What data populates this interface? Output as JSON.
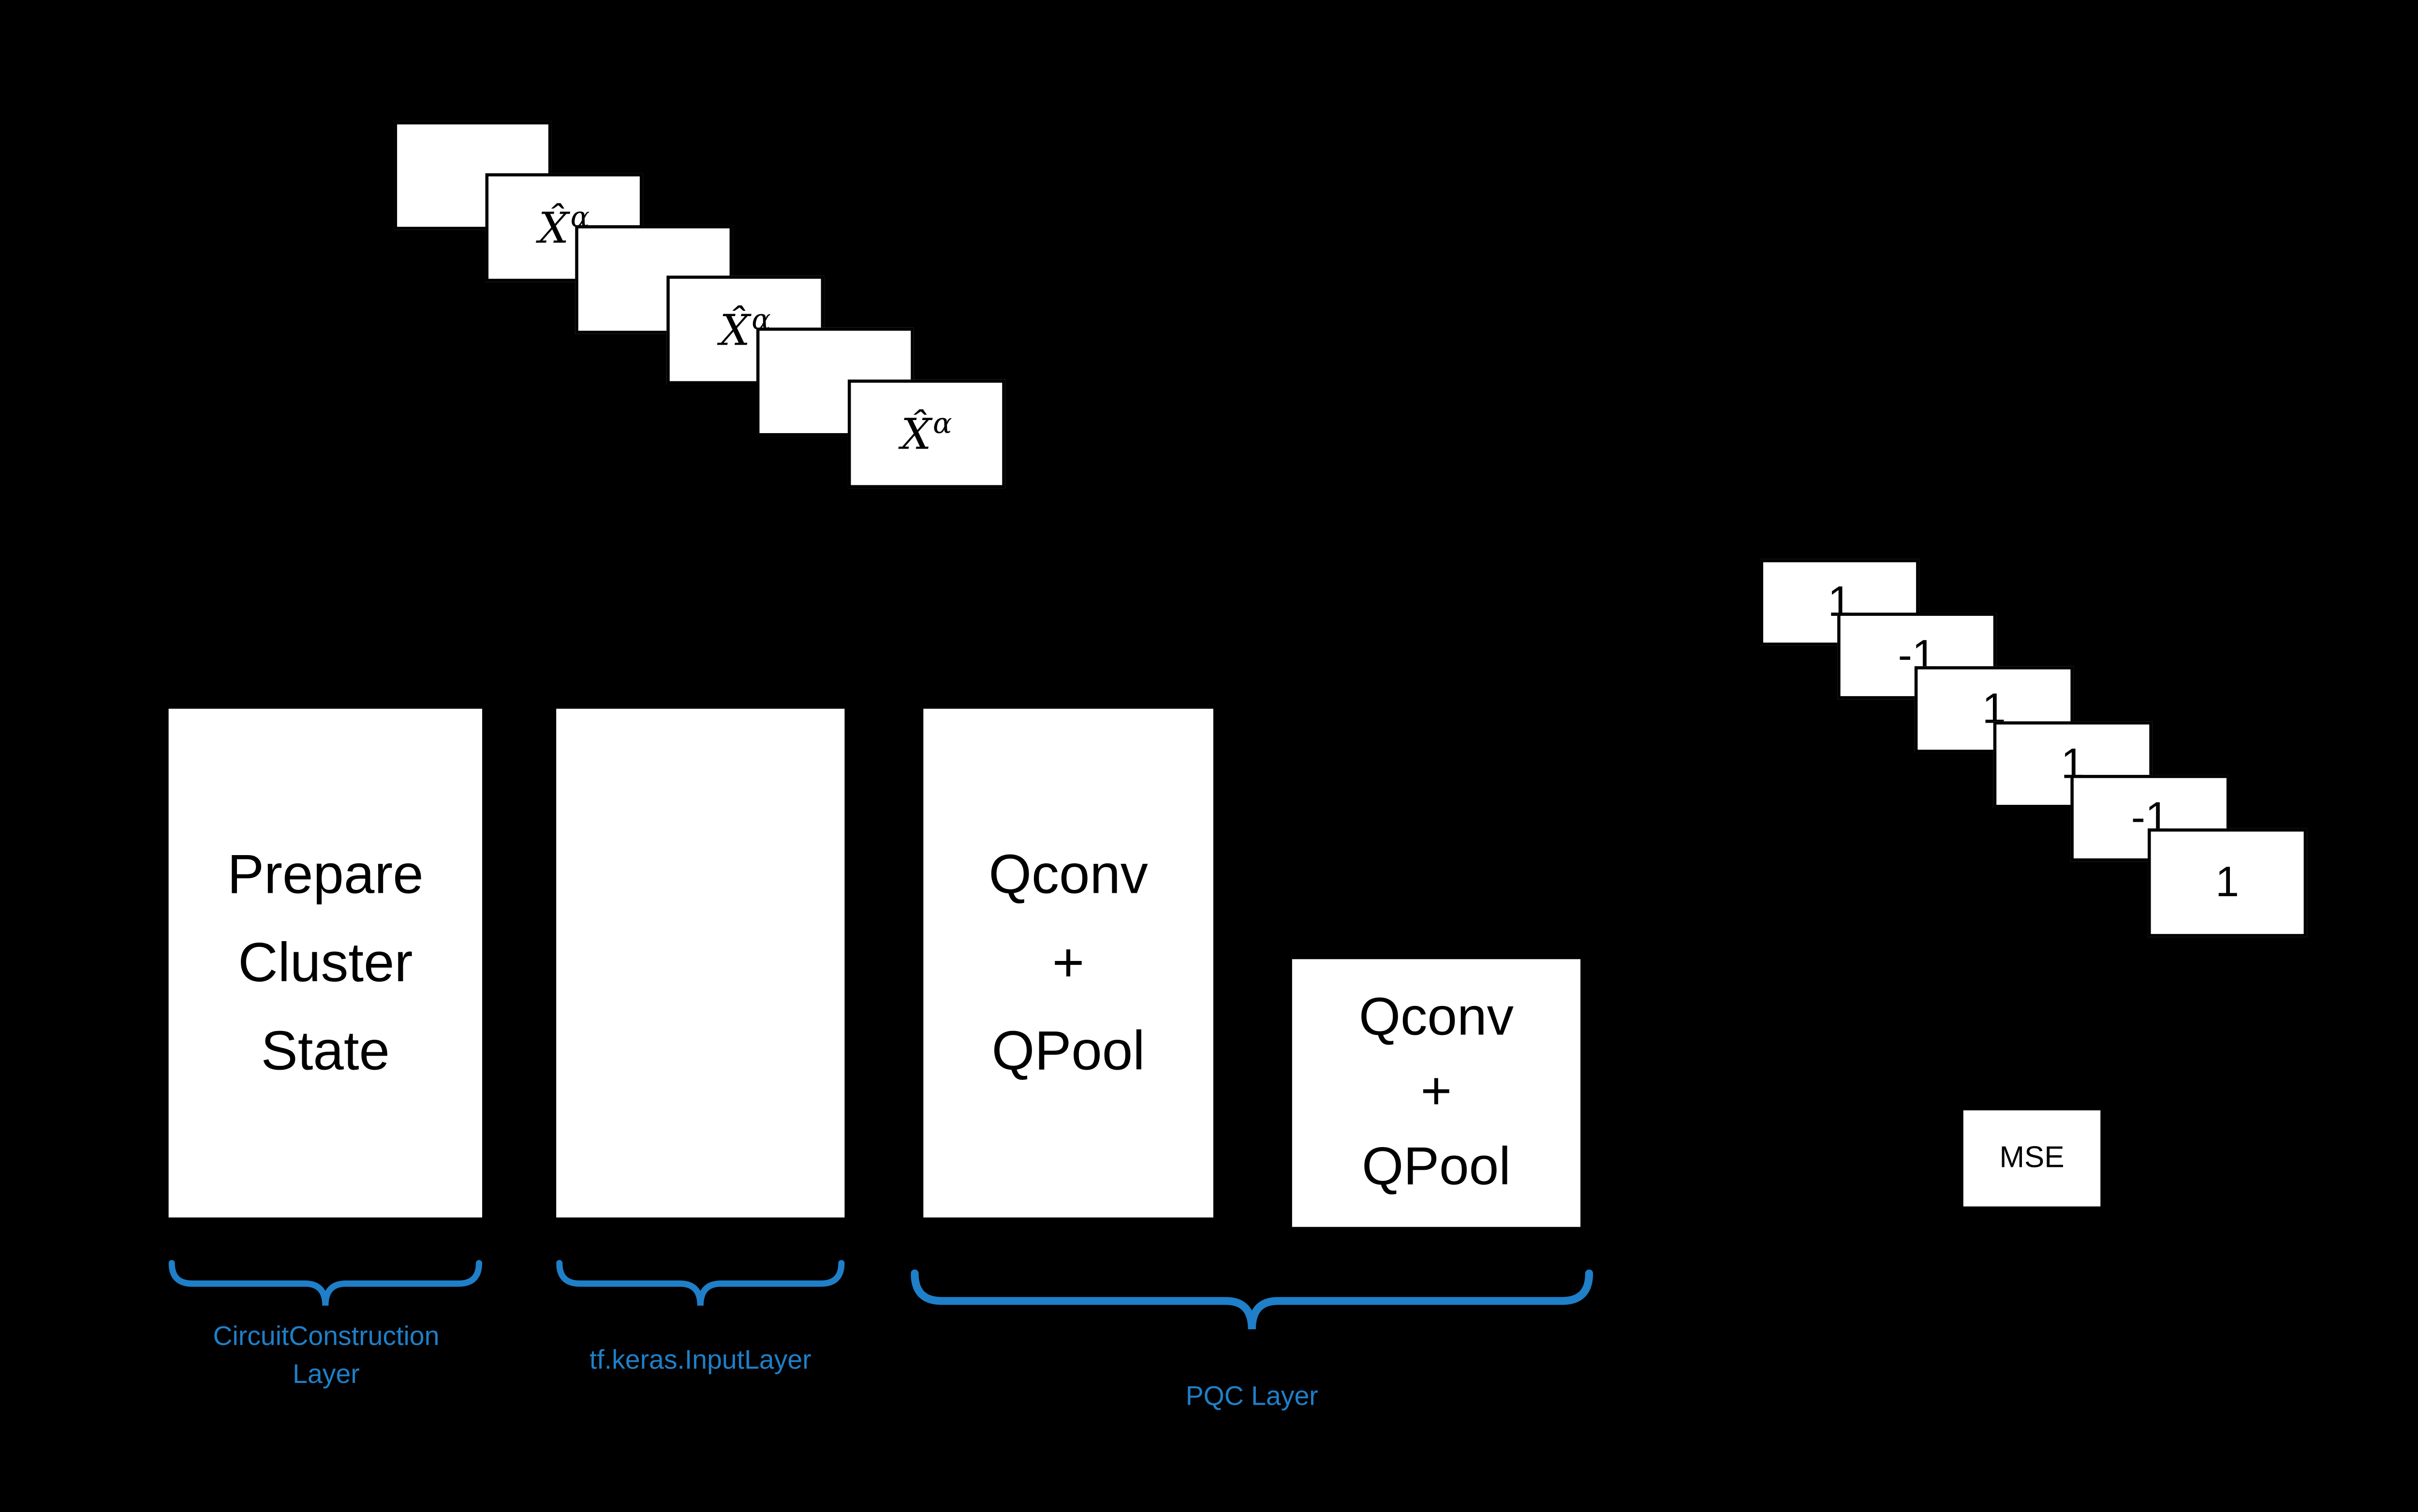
{
  "colors": {
    "background": "#000000",
    "box_fill": "#ffffff",
    "box_text": "#000000",
    "accent_blue": "#1f7fc8"
  },
  "input_stack": {
    "card_label_base": "X̂",
    "card_label_sup": "α"
  },
  "boxes": {
    "prepare": {
      "lines": [
        "Prepare",
        "Cluster",
        "State"
      ]
    },
    "input": {
      "lines": []
    },
    "qconv1": {
      "lines": [
        "Qconv",
        "+",
        "QPool"
      ]
    },
    "qconv2": {
      "lines": [
        "Qconv",
        "+",
        "QPool"
      ]
    }
  },
  "output_stack": {
    "values": [
      "1",
      "-1",
      "1",
      "1",
      "-1",
      "1"
    ]
  },
  "mse": {
    "label": "MSE"
  },
  "annotations": {
    "circuit_construction": {
      "lines": [
        "CircuitConstruction",
        "Layer"
      ]
    },
    "input_layer": {
      "label": "tf.keras.InputLayer"
    },
    "pqc": {
      "label": "PQC Layer"
    }
  }
}
